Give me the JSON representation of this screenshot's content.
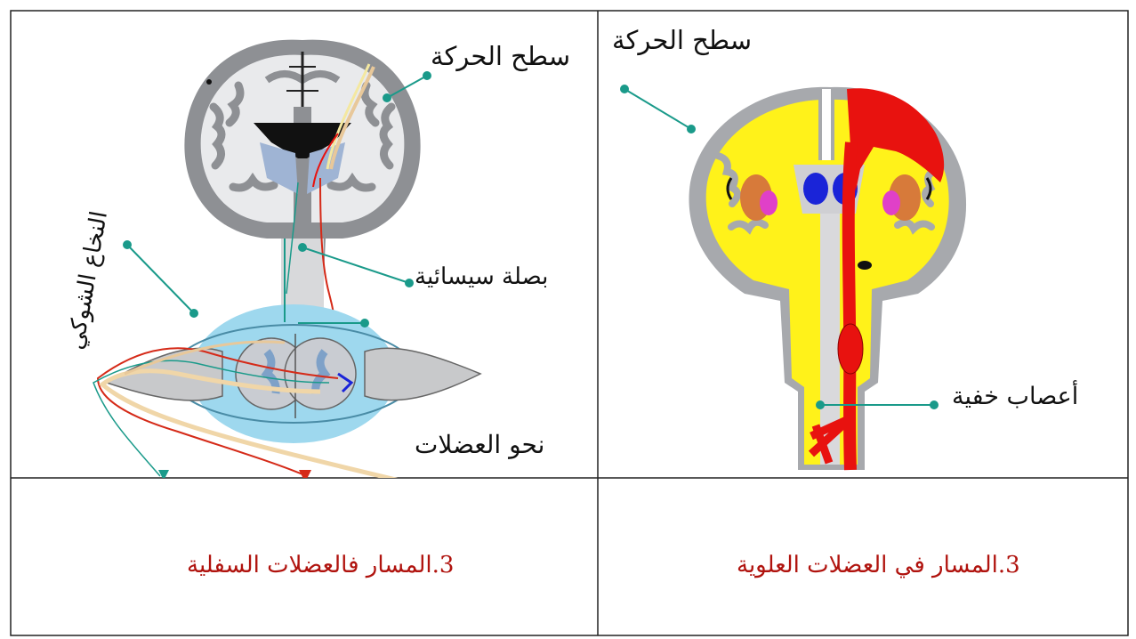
{
  "left_panel": {
    "motor_cortex": "سطح الحركة",
    "medulla": "بصلة سيسائية",
    "spinal_cord": "النخاع الشوكي",
    "to_muscles": "نحو العضلات",
    "caption": "3.المسار فالعضلات السفلية"
  },
  "right_panel": {
    "motor_cortex": "سطح الحركة",
    "hidden_nerves": "أعصاب خفية",
    "caption": "3.المسار في العضلات العلوية"
  },
  "colors": {
    "teal": "#1a9a8a",
    "red": "#e8120f",
    "yellow": "#fff21a",
    "grey": "#a7a9ad",
    "blue": "#1a24d8",
    "cyan": "#8fd6ee",
    "caption": "#b0130e"
  }
}
